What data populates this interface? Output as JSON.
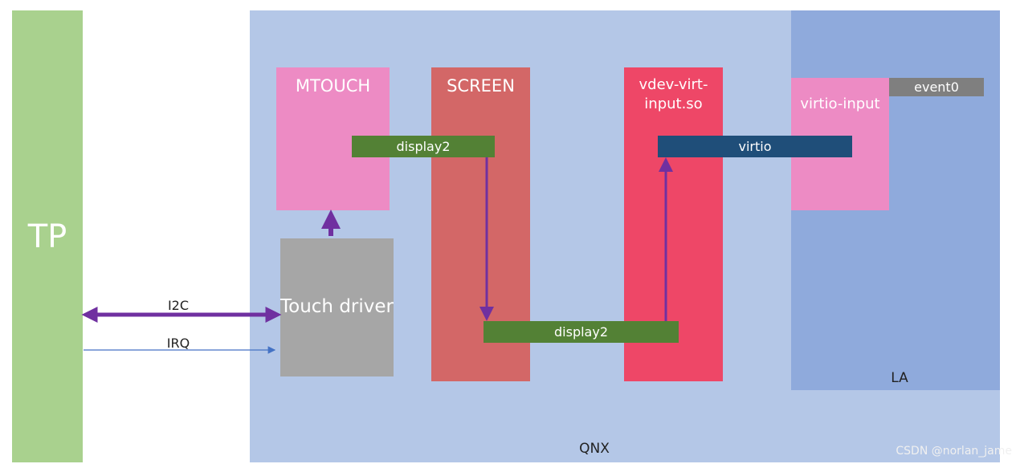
{
  "blocks": {
    "tp": "TP",
    "qnx": "QNX",
    "la": "LA",
    "mtouch": "MTOUCH",
    "screen": "SCREEN",
    "vdev": "vdev-virt-input.so",
    "virtio_input": "virtio-input",
    "event0": "event0",
    "touch_driver": "Touch driver"
  },
  "bars": {
    "display2_top": "display2",
    "display2_bottom": "display2",
    "virtio": "virtio"
  },
  "links": {
    "i2c": "I2C",
    "irq": "IRQ"
  },
  "watermark": "CSDN @norlan_jame",
  "colors": {
    "tp": "#a9d18e",
    "qnx": "#b4c7e7",
    "la": "#8faadc",
    "pink": "#ed8bc4",
    "screen": "#d36767",
    "vdev": "#ee4767",
    "touch_driver": "#a6a6a6",
    "display_bar": "#538135",
    "virtio_bar": "#1f4e79",
    "event0": "#7f7f7f",
    "arrow_purple": "#7030a0",
    "arrow_blue": "#4472c4"
  }
}
